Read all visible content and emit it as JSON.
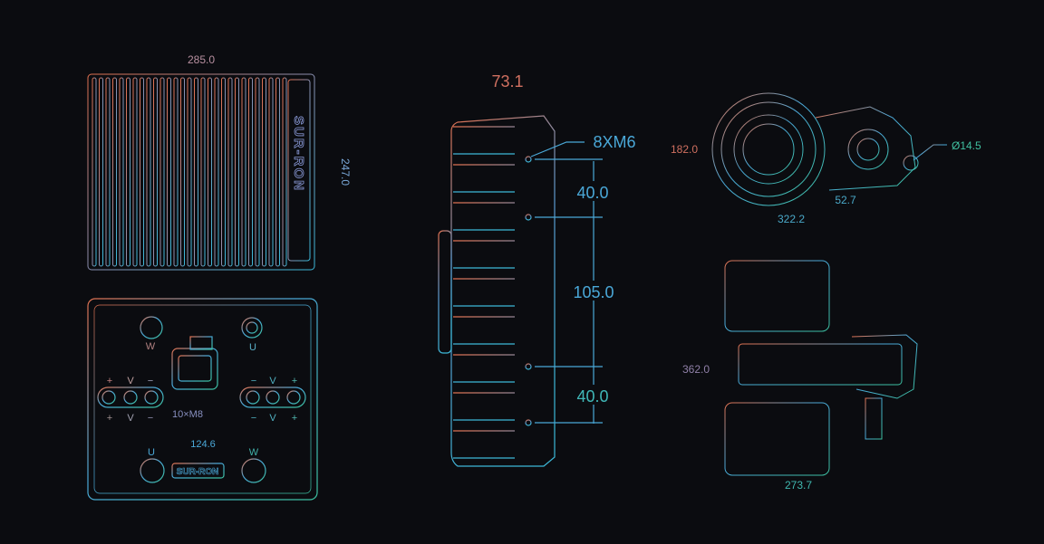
{
  "colors": {
    "background": "#0b0c10",
    "warm": "#e0704f",
    "mid": "#4aa8d8",
    "cool": "#3cc0a0"
  },
  "top_view": {
    "width_dim": "285.0",
    "height_dim": "247.0",
    "logo": "SUR-RON"
  },
  "connector_view": {
    "phase_w_top": "W",
    "phase_u_top": "U",
    "left_terminals_top": [
      "+",
      "V",
      "−"
    ],
    "left_terminals_bottom": [
      "+",
      "V",
      "−"
    ],
    "right_terminals_top": [
      "−",
      "V",
      "+"
    ],
    "right_terminals_bottom": [
      "−",
      "V",
      "+"
    ],
    "bolt_callout": "10×M8",
    "spacing_dim": "124.6",
    "phase_u_bottom": "U",
    "phase_w_bottom": "W",
    "logo": "SUR-RON"
  },
  "side_view": {
    "depth_dim": "73.1",
    "bolt_callout": "8XM6",
    "spacings": [
      "40.0",
      "105.0",
      "40.0"
    ]
  },
  "motor_side_view": {
    "height_dim": "182.0",
    "offset_dim": "52.7",
    "length_dim": "322.2",
    "shaft_dia": "Ø14.5"
  },
  "motor_top_view": {
    "height_dim": "362.0",
    "width_dim": "273.7"
  }
}
